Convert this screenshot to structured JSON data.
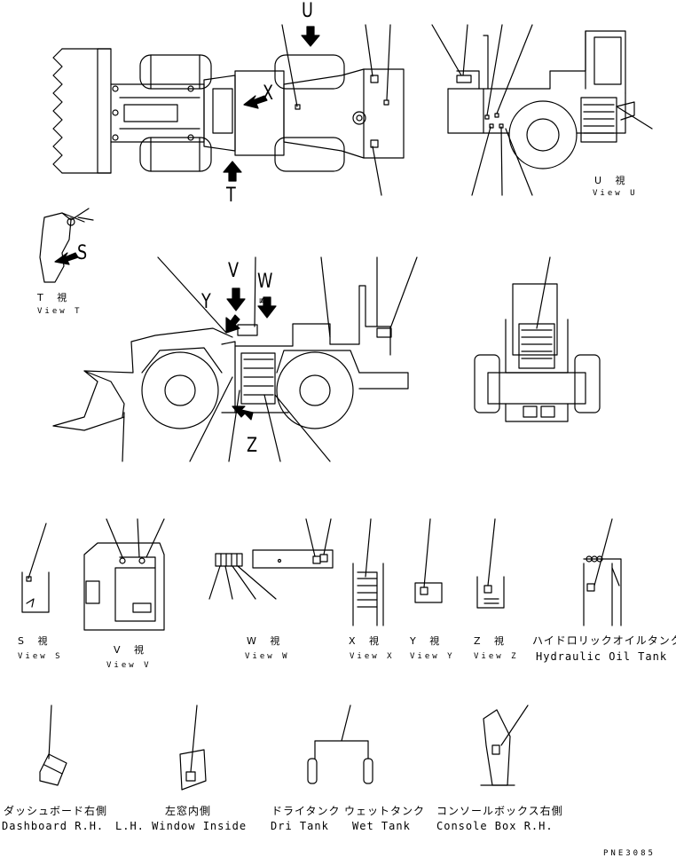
{
  "view_letters": {
    "U": "U",
    "X": "X",
    "T": "T",
    "S": "S",
    "V": "V",
    "W": "W",
    "Y": "Y",
    "Z": "Z"
  },
  "view_captions": {
    "u_jp": "U 視",
    "u_en": "View U",
    "t_jp": "T 視",
    "t_en": "View T",
    "s_jp": "S 視",
    "s_en": "View S",
    "v_jp": "V 視",
    "v_en": "View V",
    "w_jp": "W 視",
    "w_en": "View W",
    "x_jp": "X 視",
    "x_en": "View X",
    "y_jp": "Y 視",
    "y_en": "View Y",
    "z_jp": "Z 視",
    "z_en": "View Z"
  },
  "location_captions": {
    "hydraulic_jp": "ハイドロリックオイルタンク",
    "hydraulic_en": "Hydraulic Oil Tank",
    "dashboard_jp": "ダッシュボード右側",
    "dashboard_en": "Dashboard R.H.",
    "window_jp": "左窓内側",
    "window_en": "L.H. Window Inside",
    "dri_jp": "ドライタンク",
    "dri_en": "Dri Tank",
    "wet_jp": "ウェットタンク",
    "wet_en": "Wet Tank",
    "console_jp": "コンソールボックス右側",
    "console_en": "Console Box R.H."
  },
  "misc_marks": {
    "w_mark": "≢",
    "drawing_number": "PNE3085"
  }
}
